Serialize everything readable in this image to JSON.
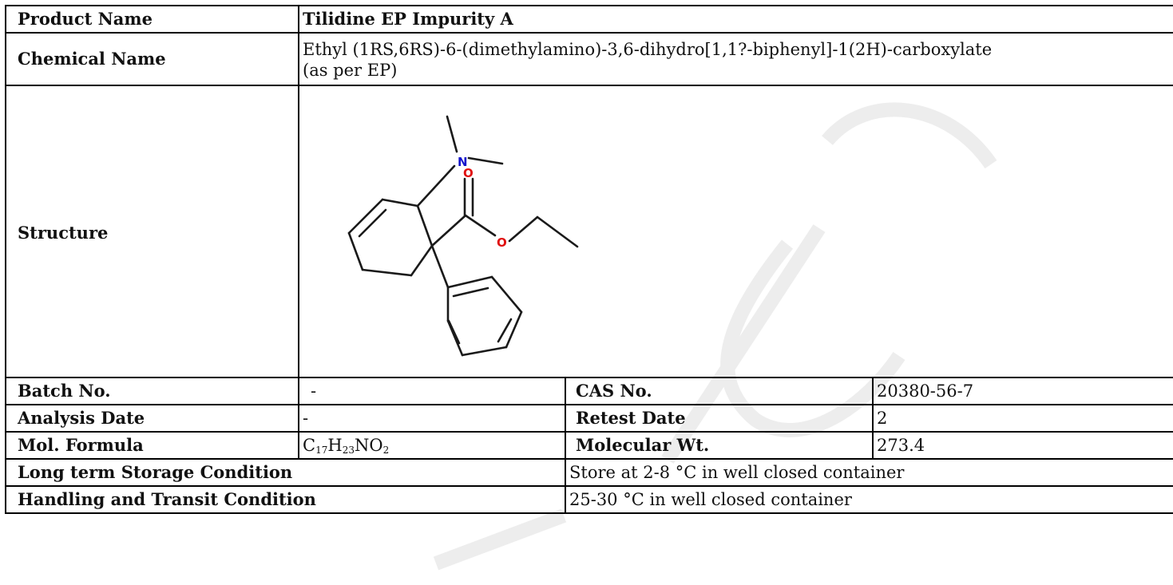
{
  "product": {
    "label": "Product Name",
    "value": "Tilidine EP Impurity A"
  },
  "chemical": {
    "label": "Chemical Name",
    "line1": "Ethyl (1RS,6RS)-6-(dimethylamino)-3,6-dihydro[1,1?-biphenyl]-1(2H)-carboxylate",
    "line2": "(as per EP)"
  },
  "structure": {
    "label": "Structure",
    "atoms": {
      "nitrogen": "N",
      "oxygen_carbonyl": "O",
      "oxygen_ester": "O"
    },
    "colors": {
      "nitrogen": "#1414cc",
      "oxygen": "#e01010"
    }
  },
  "batch": {
    "label": "Batch No.",
    "value": "-",
    "cas_label": "CAS No.",
    "cas_value": "20380-56-7"
  },
  "analysis": {
    "label": "Analysis Date",
    "value": "-",
    "retest_label": "Retest Date",
    "retest_value": "2"
  },
  "formula": {
    "label": "Mol. Formula",
    "c": "C",
    "c_n": "17",
    "h": "H",
    "h_n": "23",
    "no": "NO",
    "o_n": "2",
    "mw_label": "Molecular Wt.",
    "mw_value": "273.4"
  },
  "storage": {
    "label": "Long term Storage Condition",
    "value": "Store at 2-8 °C in well closed container"
  },
  "handling": {
    "label": "Handling and Transit Condition",
    "value": "25-30 °C in well closed container"
  }
}
